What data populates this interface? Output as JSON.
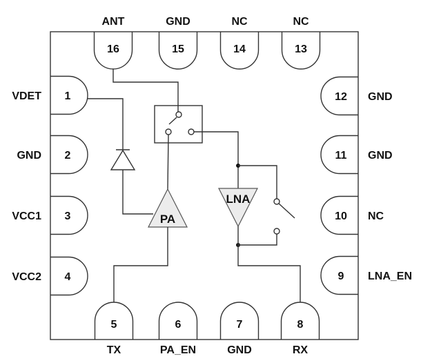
{
  "pins": {
    "top": [
      {
        "num": "16",
        "label": "ANT"
      },
      {
        "num": "15",
        "label": "GND"
      },
      {
        "num": "14",
        "label": "NC"
      },
      {
        "num": "13",
        "label": "NC"
      }
    ],
    "left": [
      {
        "num": "1",
        "label": "VDET"
      },
      {
        "num": "2",
        "label": "GND"
      },
      {
        "num": "3",
        "label": "VCC1"
      },
      {
        "num": "4",
        "label": "VCC2"
      }
    ],
    "bottom": [
      {
        "num": "5",
        "label": "TX"
      },
      {
        "num": "6",
        "label": "PA_EN"
      },
      {
        "num": "7",
        "label": "GND"
      },
      {
        "num": "8",
        "label": "RX"
      }
    ],
    "right": [
      {
        "num": "12",
        "label": "GND"
      },
      {
        "num": "11",
        "label": "GND"
      },
      {
        "num": "10",
        "label": "NC"
      },
      {
        "num": "9",
        "label": "LNA_EN"
      }
    ]
  },
  "blocks": {
    "pa": "PA",
    "lna": "LNA"
  },
  "colors": {
    "line": "#333333",
    "amp_fill": "#ececec"
  }
}
